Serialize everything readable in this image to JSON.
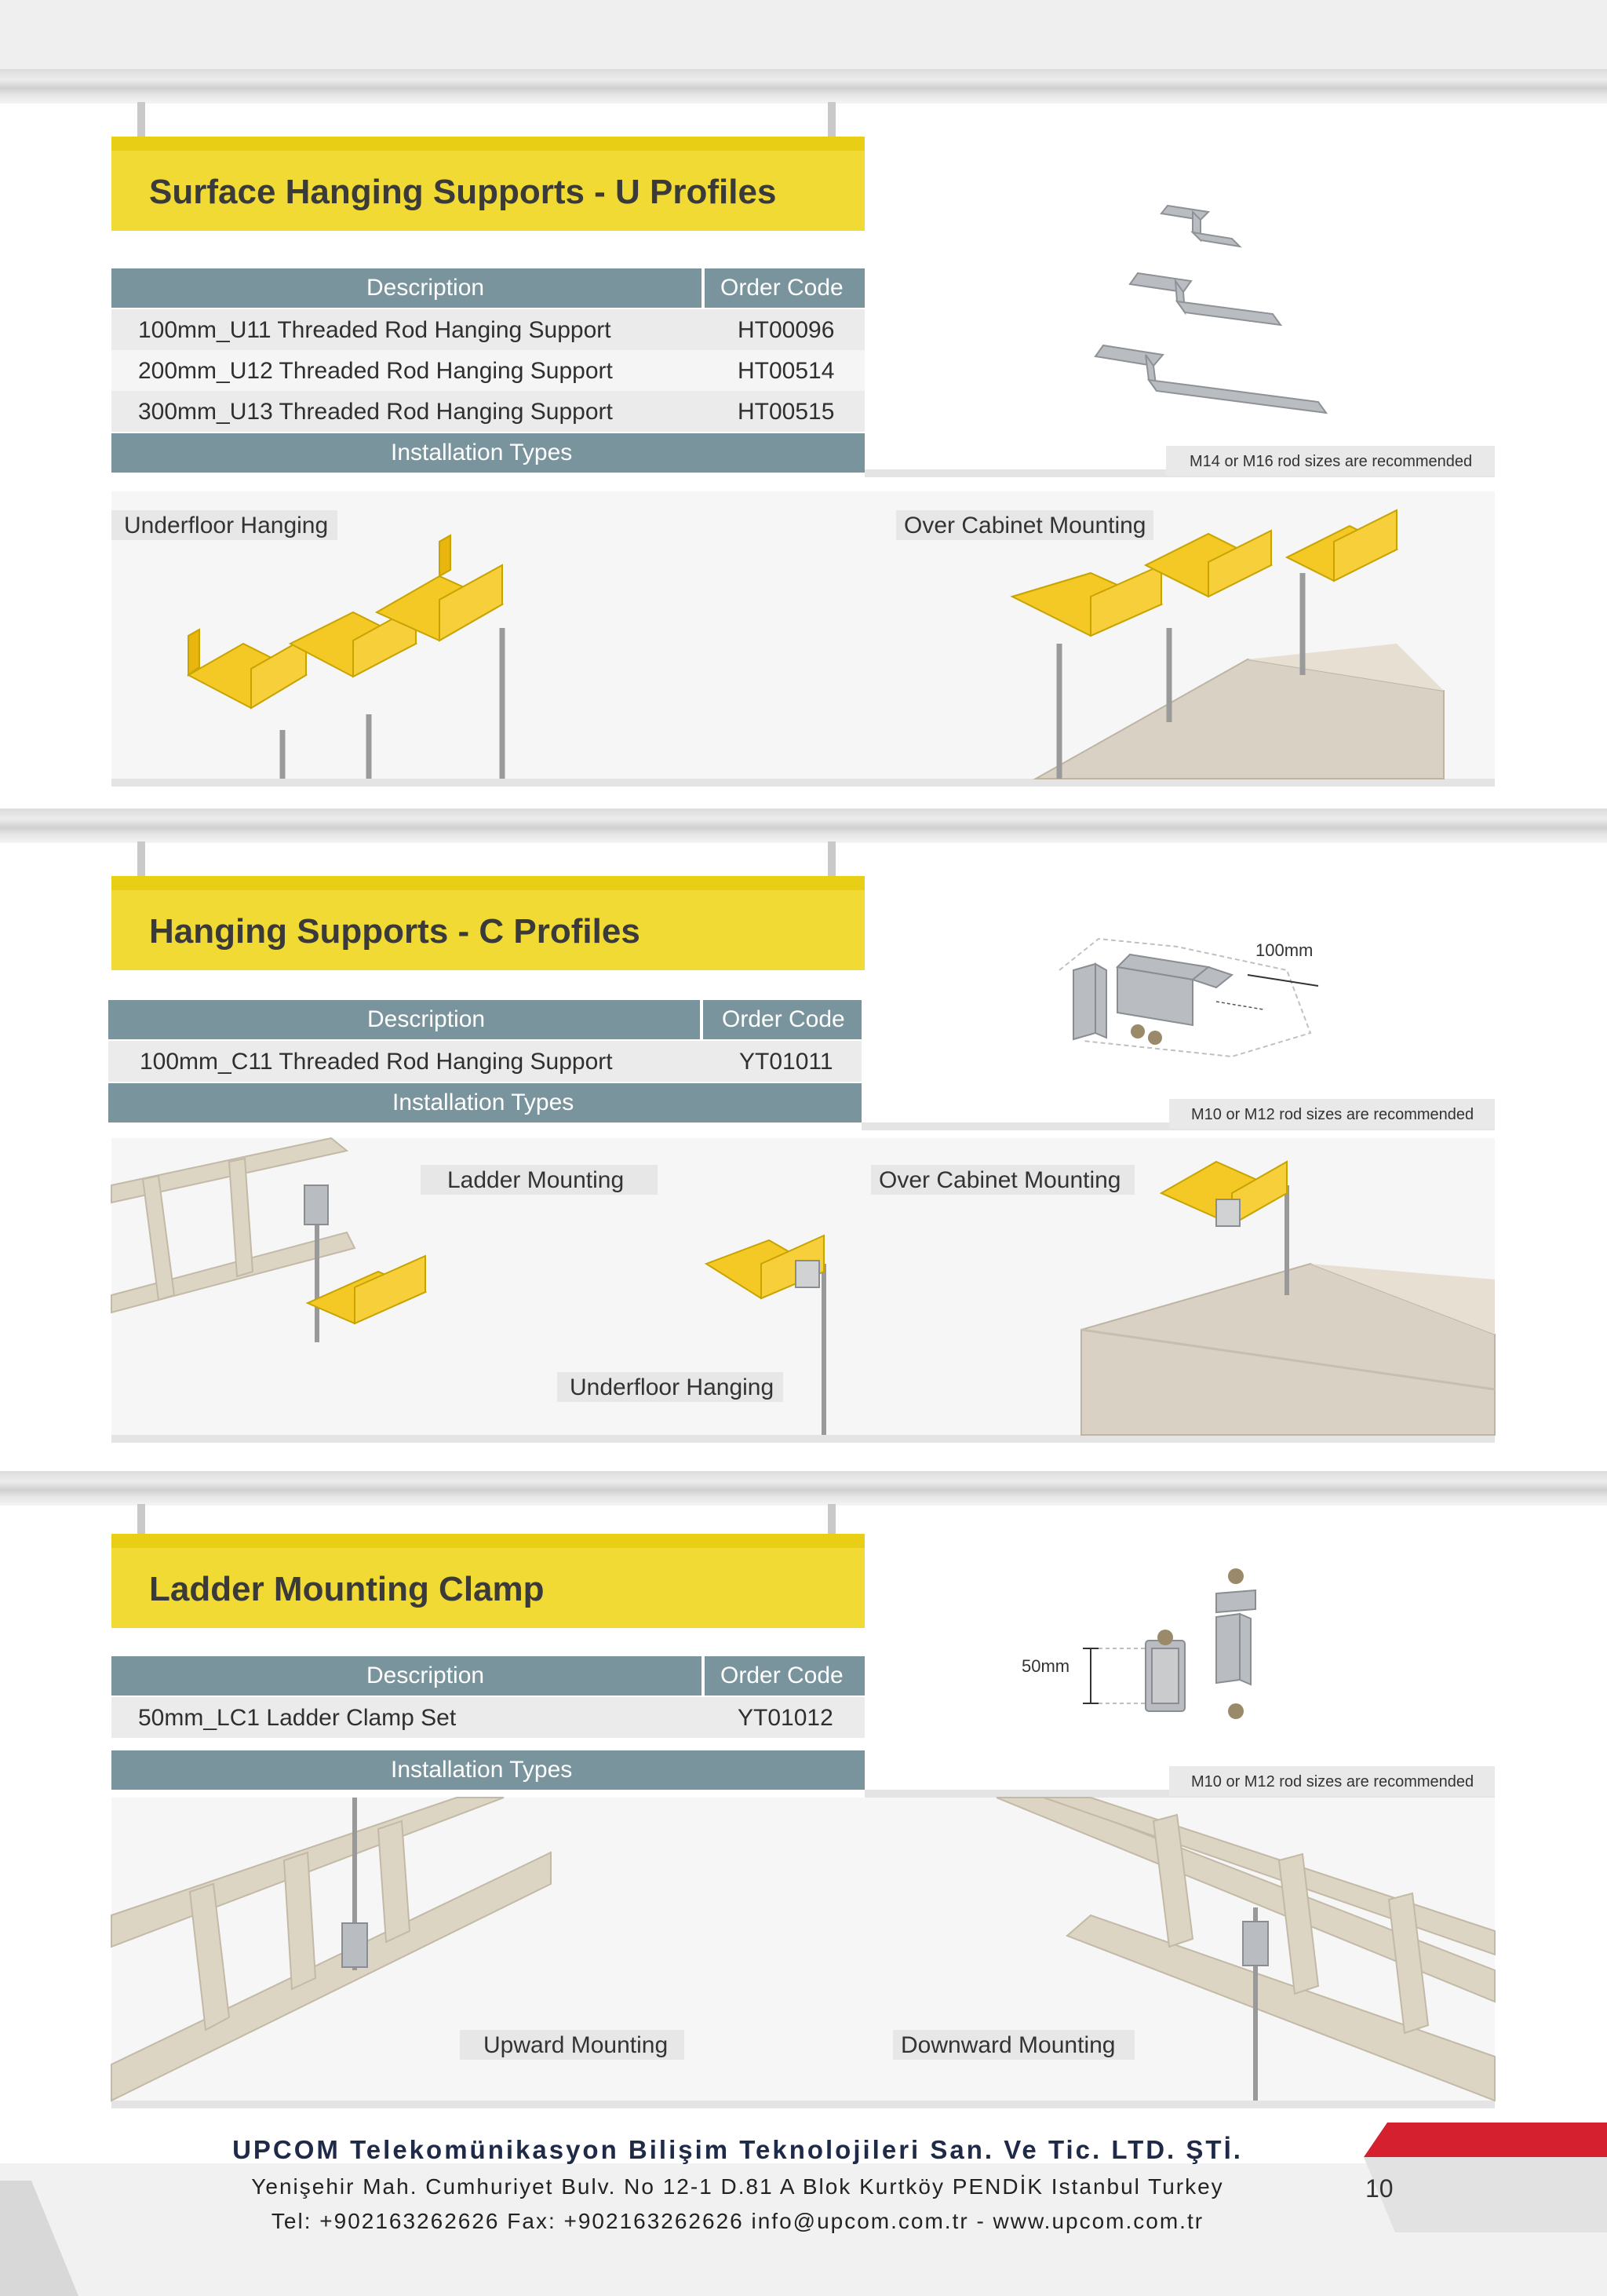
{
  "sections": {
    "u": {
      "title": "Surface Hanging Supports - U Profiles",
      "header_desc": "Description",
      "header_code": "Order Code",
      "rows": [
        {
          "desc": "100mm_U11 Threaded Rod Hanging Support",
          "code": "HT00096"
        },
        {
          "desc": "200mm_U12 Threaded Rod Hanging Support",
          "code": "HT00514"
        },
        {
          "desc": "300mm_U13 Threaded Rod Hanging Support",
          "code": "HT00515"
        }
      ],
      "installation": "Installation Types",
      "note": "M14 or M16 rod sizes are recommended",
      "labels": {
        "underfloor": "Underfloor Hanging",
        "cabinet": "Over Cabinet Mounting"
      }
    },
    "c": {
      "title": "Hanging Supports - C Profiles",
      "header_desc": "Description",
      "header_code": "Order Code",
      "rows": [
        {
          "desc": "100mm_C11 Threaded Rod Hanging Support",
          "code": "YT01011"
        }
      ],
      "installation": "Installation Types",
      "note": "M10 or M12 rod sizes are recommended",
      "dimension": "100mm",
      "labels": {
        "ladder": "Ladder Mounting",
        "cabinet": "Over Cabinet Mounting",
        "underfloor": "Underfloor Hanging"
      }
    },
    "l": {
      "title": "Ladder Mounting Clamp",
      "header_desc": "Description",
      "header_code": "Order Code",
      "rows": [
        {
          "desc": "50mm_LC1 Ladder Clamp Set",
          "code": "YT01012"
        }
      ],
      "installation": "Installation Types",
      "note": "M10 or M12 rod sizes are recommended",
      "dimension": "50mm",
      "labels": {
        "upward": "Upward Mounting",
        "downward": "Downward Mounting"
      }
    }
  },
  "footer": {
    "company": "UPCOM Telekomünikasyon Bilişim Teknolojileri San. Ve Tic. LTD. ŞTİ.",
    "address": "Yenişehir Mah. Cumhuriyet Bulv. No 12-1 D.81 A Blok Kurtköy PENDİK Istanbul Turkey",
    "contact": "Tel: +902163262626 Fax: +902163262626 info@upcom.com.tr - www.upcom.com.tr",
    "page_number": "10"
  },
  "colors": {
    "accent_yellow": "#f0da33",
    "table_header": "#7a949d",
    "footer_red": "#d4202f"
  }
}
